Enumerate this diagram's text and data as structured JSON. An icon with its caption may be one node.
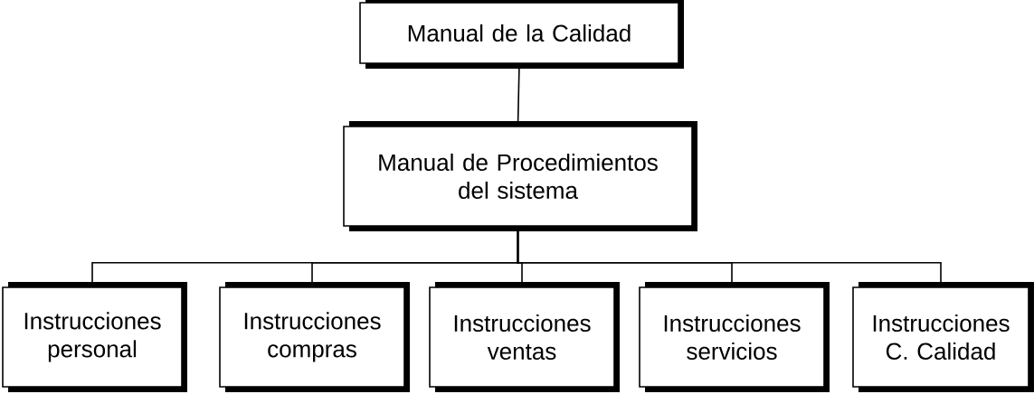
{
  "diagram": {
    "nodes": [
      {
        "text": [
          "Manual de la Calidad"
        ]
      },
      {
        "text": [
          "Manual de Procedimientos del sistema"
        ]
      },
      {
        "text": [
          "Instrucciones personal"
        ]
      },
      {
        "text": [
          "Instrucciones compras"
        ]
      },
      {
        "text": [
          "Instrucciones ventas"
        ]
      },
      {
        "text": [
          "Instrucciones servicios"
        ]
      },
      {
        "text": [
          "Instrucciones C. Calidad"
        ]
      }
    ],
    "edges": [
      {
        "from": 0,
        "to": 1,
        "arrow": "none"
      },
      {
        "from": 1,
        "to": 2,
        "arrow": "none"
      },
      {
        "from": 1,
        "to": 3,
        "arrow": "none"
      },
      {
        "from": 1,
        "to": 4,
        "arrow": "none"
      },
      {
        "from": 1,
        "to": 5,
        "arrow": "none"
      },
      {
        "from": 1,
        "to": 6,
        "arrow": "none"
      }
    ]
  }
}
